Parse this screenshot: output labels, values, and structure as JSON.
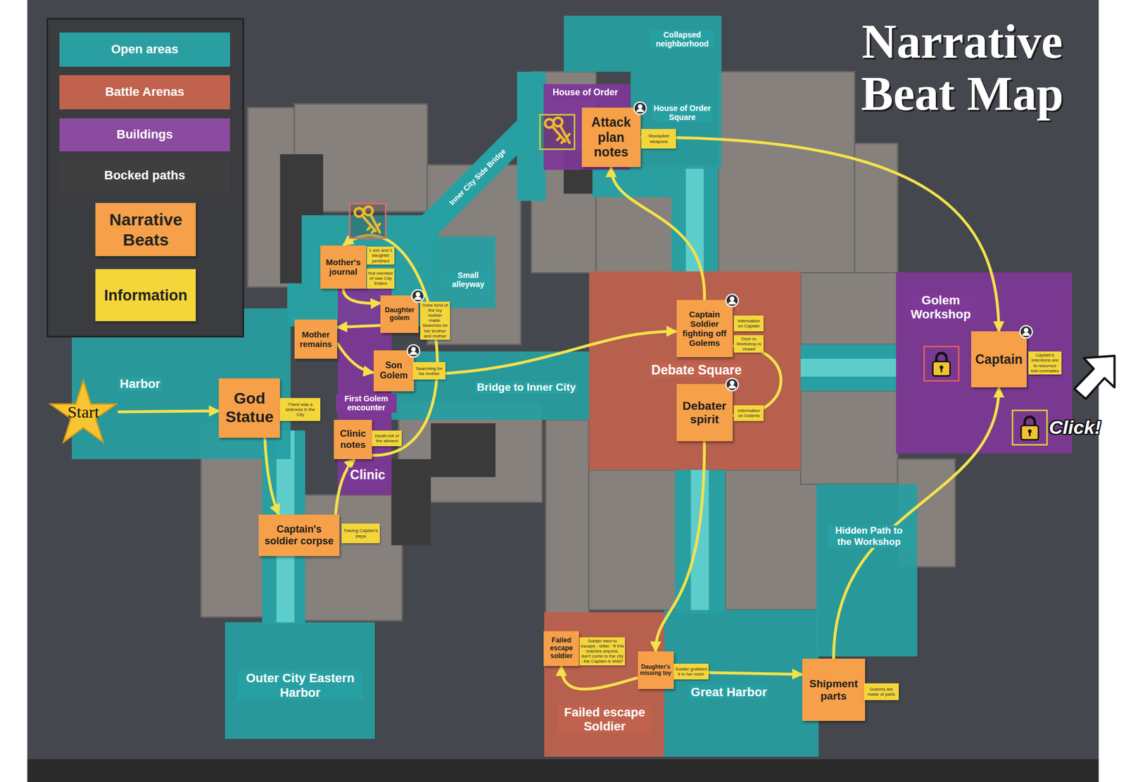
{
  "diagram": {
    "title": "Narrative Beat Map",
    "nodes": [
      {
        "text": [
          "Collapsed neighborhood"
        ]
      },
      {
        "text": [
          "House of Order"
        ]
      },
      {
        "text": [
          "House of Order Square"
        ]
      },
      {
        "text": [
          "Attack plan notes"
        ]
      },
      {
        "text": [
          "Stockpiled weapons"
        ]
      },
      {
        "text": [
          "Inner City Side Bridge"
        ]
      },
      {
        "text": [
          "Mother's journal"
        ]
      },
      {
        "text": [
          "1 son and 1 daughter perished"
        ]
      },
      {
        "text": [
          "Not member of new City Elders"
        ]
      },
      {
        "text": [
          "Small alleyway"
        ]
      },
      {
        "text": [
          "Daughter golem"
        ]
      },
      {
        "text": [
          "Grew fond of the toy mother made. Searches for her brother and mother"
        ]
      },
      {
        "text": [
          "Golem Workshop"
        ]
      },
      {
        "text": [
          "Captain"
        ],
        "in": 12
      },
      {
        "text": [
          "Captain's intentions are to resurrect lost comrades"
        ],
        "in": 12
      },
      {
        "text": [
          "Debate Square"
        ]
      },
      {
        "text": [
          "Captain Soldier fighting off Golems"
        ],
        "in": 15
      },
      {
        "text": [
          "Information on Captain"
        ],
        "in": 15
      },
      {
        "text": [
          "Door to Workshop is closed"
        ],
        "in": 15
      },
      {
        "text": [
          "Debater spirit"
        ],
        "in": 15
      },
      {
        "text": [
          "Information on Golems"
        ],
        "in": 15
      },
      {
        "text": [
          "Mother remains"
        ]
      },
      {
        "text": [
          "Harbor"
        ]
      },
      {
        "text": [
          "Start"
        ]
      },
      {
        "text": [
          "God Statue"
        ],
        "in": 22
      },
      {
        "text": [
          "There was a sickness in the City"
        ]
      },
      {
        "text": [
          "Clinic"
        ]
      },
      {
        "text": [
          "Clinic notes"
        ],
        "in": 26
      },
      {
        "text": [
          "Death toll of the ailment"
        ]
      },
      {
        "text": [
          "Son Golem"
        ]
      },
      {
        "text": [
          "Searching for his mother"
        ]
      },
      {
        "text": [
          "Bridge to Inner City"
        ]
      },
      {
        "text": [
          "Captain's soldier corpse"
        ]
      },
      {
        "text": [
          "Tracing Captain's steps"
        ]
      },
      {
        "text": [
          "Hidden Path to the Workshop"
        ]
      },
      {
        "text": [
          "Outer City Eastern Harbor"
        ]
      },
      {
        "text": [
          "Failed escape Soldier"
        ]
      },
      {
        "text": [
          "Failed escape soldier"
        ],
        "in": 36
      },
      {
        "text": [
          "Soldier tried to escape - letter: \"If this reaches anyone, don't come to the city - the Captain is MAD\""
        ],
        "in": 36
      },
      {
        "text": [
          "Daughter's missing toy"
        ]
      },
      {
        "text": [
          "Soldier grabbed it in her room"
        ]
      },
      {
        "text": [
          "Great Harbor"
        ]
      },
      {
        "text": [
          "Shipment parts"
        ]
      },
      {
        "text": [
          "Golems are made of parts"
        ]
      }
    ],
    "edges": [
      {
        "from": 23,
        "to": 24,
        "arrow": "to"
      },
      {
        "from": 24,
        "to": 32,
        "arrow": "to"
      },
      {
        "from": 32,
        "to": 27,
        "arrow": "to"
      },
      {
        "from": 27,
        "to": 6,
        "arrow": "to"
      },
      {
        "from": 6,
        "to": 10,
        "arrow": "to"
      },
      {
        "from": 10,
        "to": 21,
        "arrow": "to"
      },
      {
        "from": 21,
        "to": 29,
        "arrow": "to"
      },
      {
        "from": 29,
        "to": 16,
        "arrow": "to"
      },
      {
        "from": 16,
        "to": 3,
        "arrow": "to"
      },
      {
        "from": 16,
        "to": 19,
        "arrow": "to"
      },
      {
        "from": 19,
        "to": 39,
        "arrow": "to"
      },
      {
        "from": 39,
        "to": 37,
        "arrow": "to"
      },
      {
        "from": 39,
        "to": 42,
        "arrow": "to"
      },
      {
        "from": 3,
        "to": 13,
        "arrow": "to"
      },
      {
        "from": 42,
        "to": 13,
        "arrow": "to"
      }
    ],
    "labels": [
      "First Golem encounter",
      "Click!"
    ],
    "legend": [
      {
        "text": "Open areas",
        "color": "#2a9fa1"
      },
      {
        "text": "Battle Arenas",
        "color": "#c0624e"
      },
      {
        "text": "Buildings",
        "color": "#8a4a9e"
      },
      {
        "text": "Bocked paths",
        "color": "#3f3f3f"
      },
      {
        "text": "Narrative Beats",
        "color": "#f6a04a"
      },
      {
        "text": "Information",
        "color": "#f4d63b"
      }
    ]
  }
}
